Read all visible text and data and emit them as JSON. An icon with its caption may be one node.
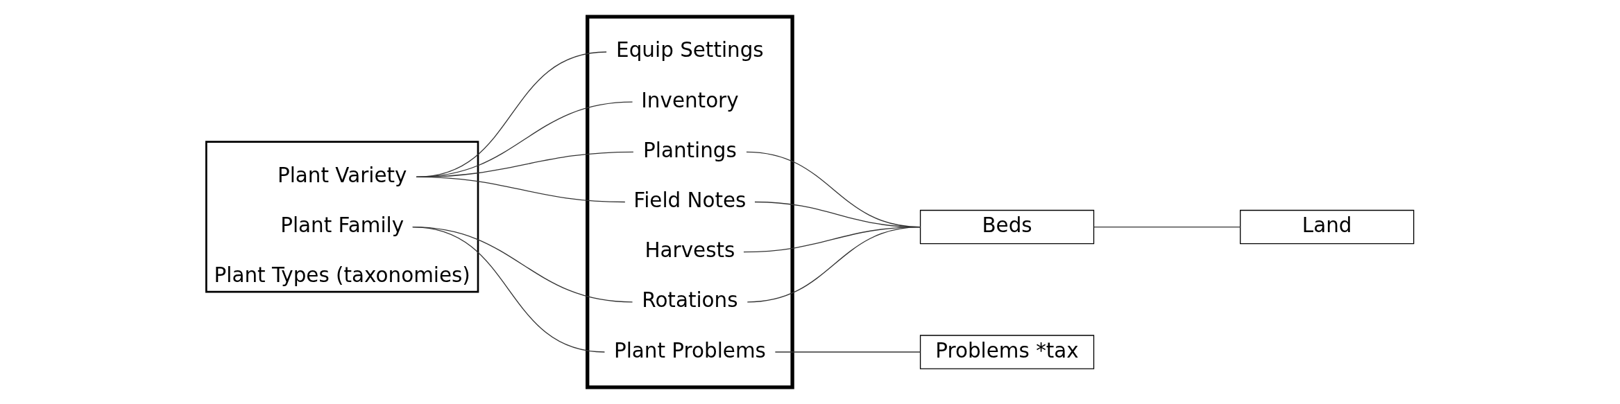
{
  "diagram": {
    "nodes": [
      {
        "text": [
          "Plant Types (taxonomies)"
        ]
      },
      {
        "text": [
          "Plant Variety"
        ],
        "in": 0
      },
      {
        "text": [
          "Plant Family"
        ],
        "in": 0
      },
      {
        "text": [],
        "shape": "box"
      },
      {
        "text": [
          "Equip Settings"
        ],
        "in": 3
      },
      {
        "text": [
          "Inventory"
        ],
        "in": 3
      },
      {
        "text": [
          "Plantings"
        ],
        "in": 3
      },
      {
        "text": [
          "Field Notes"
        ],
        "in": 3
      },
      {
        "text": [
          "Harvests"
        ],
        "in": 3
      },
      {
        "text": [
          "Rotations"
        ],
        "in": 3
      },
      {
        "text": [
          "Plant Problems"
        ],
        "in": 3
      },
      {
        "text": [
          "Beds"
        ]
      },
      {
        "text": [
          "Problems *tax"
        ]
      },
      {
        "text": [
          "Land"
        ]
      }
    ],
    "edges": [
      {
        "from": 1,
        "to": 4,
        "arrow": "none"
      },
      {
        "from": 1,
        "to": 5,
        "arrow": "none"
      },
      {
        "from": 1,
        "to": 6,
        "arrow": "none"
      },
      {
        "from": 1,
        "to": 7,
        "arrow": "none"
      },
      {
        "from": 2,
        "to": 9,
        "arrow": "none"
      },
      {
        "from": 2,
        "to": 10,
        "arrow": "none"
      },
      {
        "from": 6,
        "to": 11,
        "arrow": "none"
      },
      {
        "from": 7,
        "to": 11,
        "arrow": "none"
      },
      {
        "from": 8,
        "to": 11,
        "arrow": "none"
      },
      {
        "from": 9,
        "to": 11,
        "arrow": "none"
      },
      {
        "from": 10,
        "to": 12,
        "arrow": "none"
      },
      {
        "from": 11,
        "to": 13,
        "arrow": "none"
      }
    ]
  }
}
